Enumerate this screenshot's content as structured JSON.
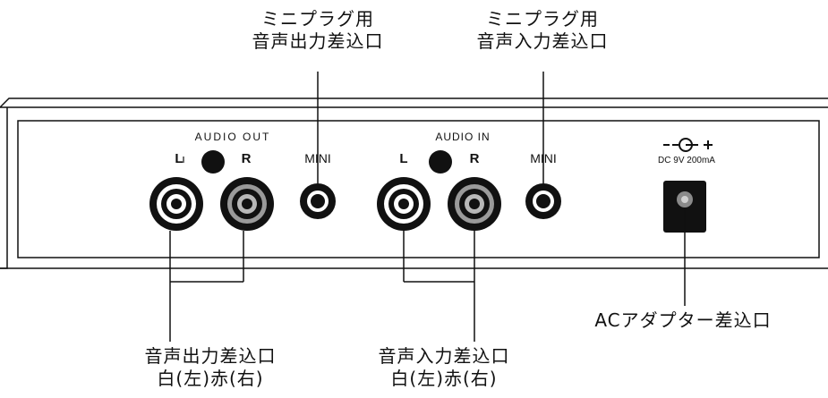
{
  "callouts": {
    "mini_out": {
      "line1": "ミニプラグ用",
      "line2": "音声出力差込口"
    },
    "mini_in": {
      "line1": "ミニプラグ用",
      "line2": "音声入力差込口"
    },
    "rca_out": {
      "line1": "音声出力差込口",
      "line2": "白(左)赤(右)"
    },
    "rca_in": {
      "line1": "音声入力差込口",
      "line2": "白(左)赤(右)"
    },
    "ac": {
      "line1": "ACアダプター差込口"
    }
  },
  "panel": {
    "audio_out_label": "AUDIO OUT",
    "audio_in_label": "AUDIO IN",
    "left_label": "L",
    "right_label": "R",
    "mini_label": "MINI",
    "dc_spec": "DC 9V 200mA",
    "polarity_symbol": "--⊖-+"
  }
}
